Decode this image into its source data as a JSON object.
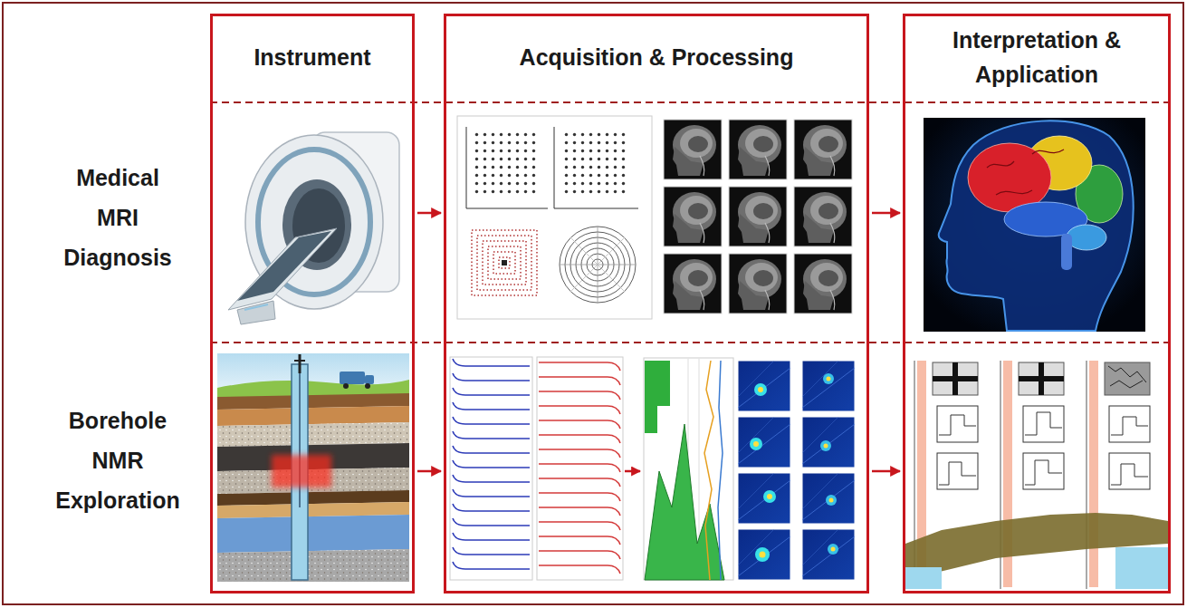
{
  "diagram": {
    "nodes": [
      {
        "text": [
          "Instrument"
        ]
      },
      {
        "text": [
          "Acquisition & Processing"
        ]
      },
      {
        "text": [
          "Interpretation & Application"
        ]
      }
    ],
    "edges": [
      {
        "from": 0,
        "to": 1,
        "arrow": "to"
      },
      {
        "from": 0,
        "to": 1,
        "arrow": "to"
      },
      {
        "from": 1,
        "to": 2,
        "arrow": "to"
      },
      {
        "from": 1,
        "to": 2,
        "arrow": "to"
      }
    ],
    "labels": [
      "Medical MRI Diagnosis",
      "Borehole NMR Exploration"
    ]
  }
}
